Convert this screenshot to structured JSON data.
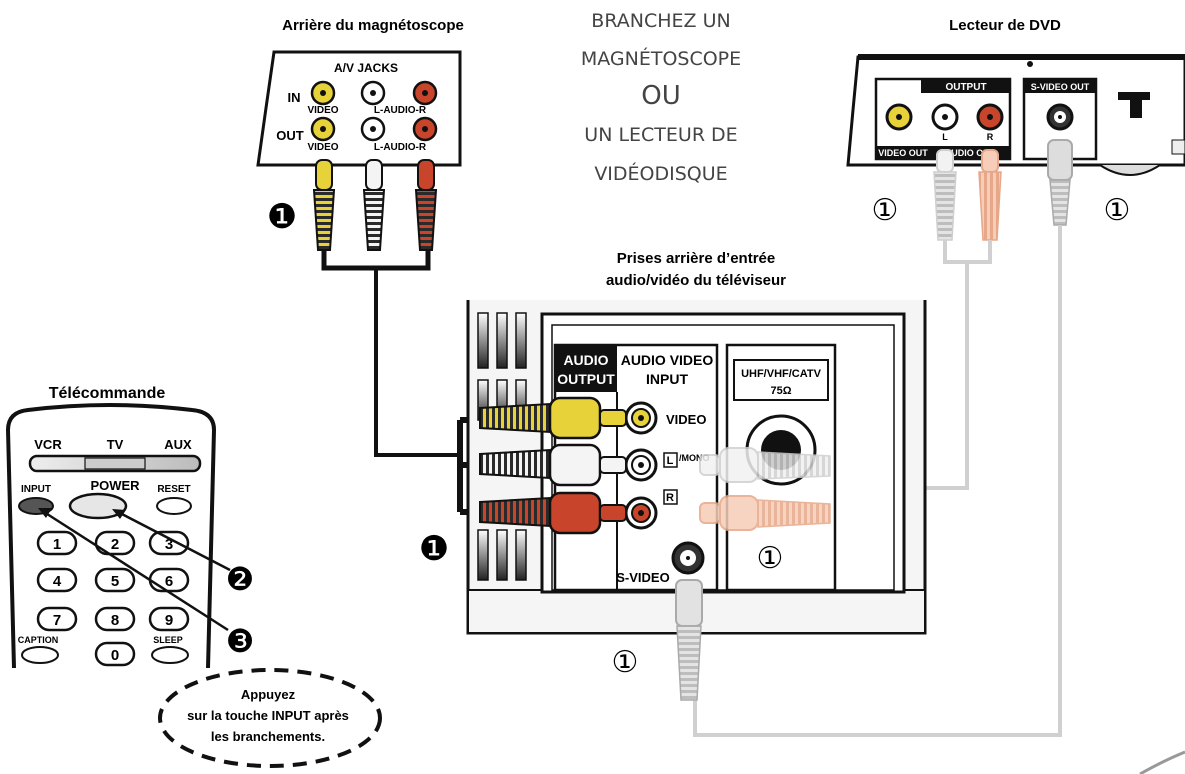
{
  "headline": {
    "line1": "BRANCHEZ UN",
    "line2": "MAGNÉTOSCOPE",
    "line3": "OU",
    "line4": "UN LECTEUR DE",
    "line5": "VIDÉODISQUE"
  },
  "vcr": {
    "title": "Arrière du magnétoscope",
    "jacks_label": "A/V JACKS",
    "in_label": "IN",
    "out_label": "OUT",
    "video_label_in": "VIDEO",
    "video_label_out": "VIDEO",
    "audio_label_in": "L-AUDIO-R",
    "audio_label_out": "L-AUDIO-R",
    "step_marker": "❶"
  },
  "dvd": {
    "title": "Lecteur de DVD",
    "output_label": "OUTPUT",
    "svideo_out_label": "S-VIDEO OUT",
    "video_out_label": "VIDEO OUT",
    "audio_out_label": "AUDIO OUT",
    "l_label": "L",
    "r_label": "R",
    "marker_left": "①",
    "marker_right": "①"
  },
  "tv": {
    "title_line1": "Prises arrière d’entrée",
    "title_line2": "audio/vidéo du téléviseur",
    "audio_output_line1": "AUDIO",
    "audio_output_line2": "OUTPUT",
    "audio_video_input_line1": "AUDIO VIDEO",
    "audio_video_input_line2": "INPUT",
    "uhf_line1": "UHF/VHF/CATV",
    "uhf_line2": "75Ω",
    "video_label": "VIDEO",
    "l_label": "L",
    "mono_label": "/MONO",
    "r_label": "R",
    "svideo_label": "S-VIDEO",
    "marker_vcr": "❶",
    "marker_dvd_audio": "①",
    "marker_dvd_svideo": "①"
  },
  "remote": {
    "title": "Télécommande",
    "vcr": "VCR",
    "tv": "TV",
    "aux": "AUX",
    "input": "INPUT",
    "power": "POWER",
    "reset": "RESET",
    "caption": "CAPTION",
    "sleep": "SLEEP",
    "digits": [
      "1",
      "2",
      "3",
      "4",
      "5",
      "6",
      "7",
      "8",
      "9",
      "0"
    ],
    "step_power": "❷",
    "step_input": "❸"
  },
  "note": {
    "line1": "Appuyez",
    "line2": "sur la touche INPUT après",
    "line3": "les branchements."
  }
}
